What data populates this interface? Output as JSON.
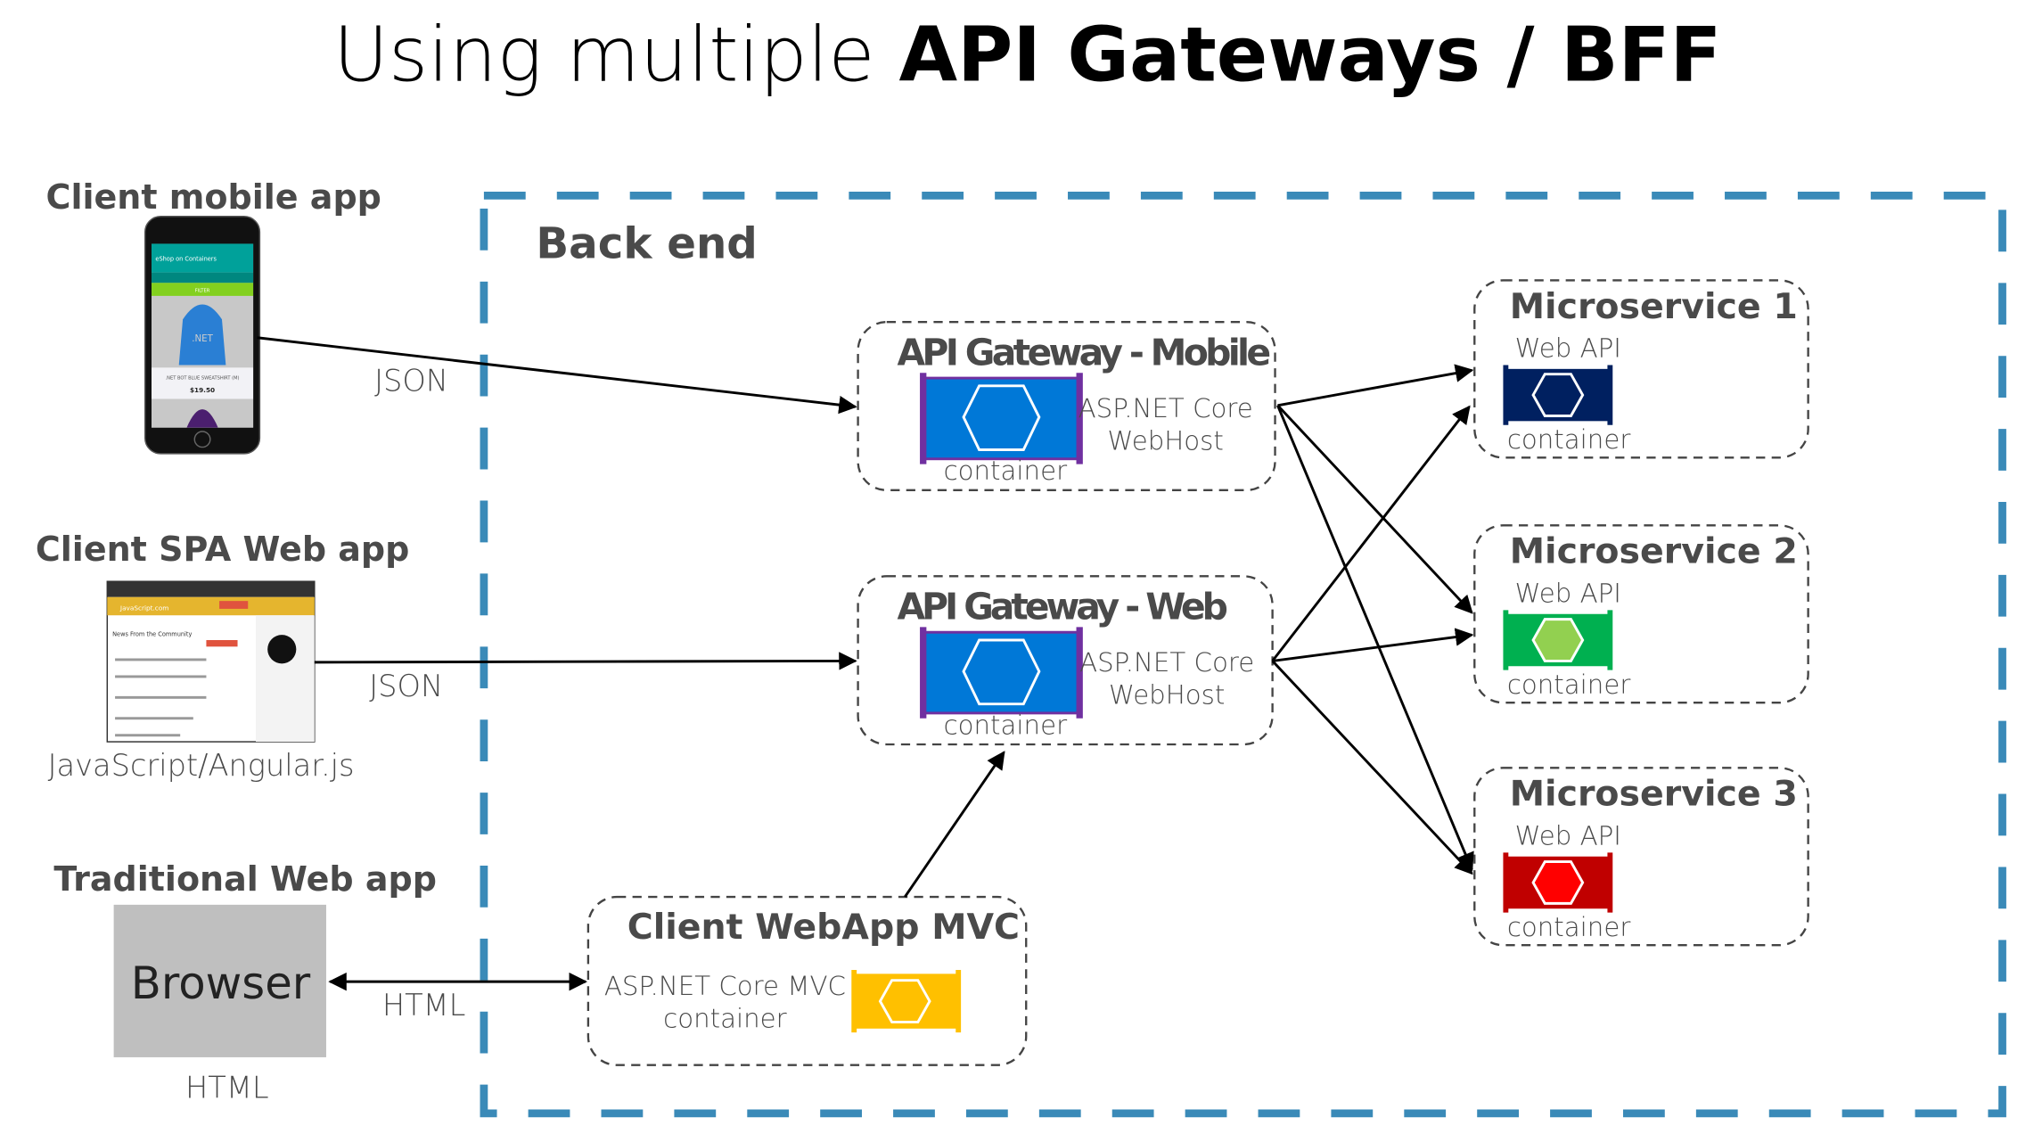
{
  "title": {
    "prefix": "Using multiple ",
    "bold": "API Gateways / BFF"
  },
  "backend": {
    "label": "Back end",
    "border_color": "#3a8ab8"
  },
  "clients": {
    "mobile": {
      "label": "Client mobile app",
      "protocol": "JSON",
      "screen": {
        "app_title": "eShop on Containers",
        "filter": "FILTER",
        "product": ".NET BOT BLUE SWEATSHIRT (M)",
        "price": "$19.50",
        "logo_text": ".NET"
      }
    },
    "spa": {
      "label": "Client SPA Web app",
      "protocol": "JSON",
      "caption": "JavaScript/Angular.js",
      "screen": {
        "site": "JavaScript.com",
        "heading": "News From the Community"
      }
    },
    "traditional": {
      "label": "Traditional Web app",
      "browser": "Browser",
      "caption": "HTML",
      "protocol": "HTML"
    }
  },
  "gateways": [
    {
      "title": "API Gateway - Mobile",
      "tech_line1": "ASP.NET Core",
      "tech_line2": "WebHost",
      "container": "container",
      "color": "#0078d7",
      "bracket_color": "#7030a0"
    },
    {
      "title": "API Gateway - Web",
      "tech_line1": "ASP.NET Core",
      "tech_line2": "WebHost",
      "container": "container",
      "color": "#0078d7",
      "bracket_color": "#7030a0"
    }
  ],
  "mvc": {
    "title": "Client WebApp MVC",
    "tech_line1": "ASP.NET Core MVC",
    "tech_line2": "container",
    "color": "#ffc000"
  },
  "microservices": [
    {
      "title": "Microservice 1",
      "api": "Web API",
      "container": "container",
      "color": "#002060",
      "hex_fill": "#002060"
    },
    {
      "title": "Microservice 2",
      "api": "Web API",
      "container": "container",
      "color": "#00b050",
      "hex_fill": "#92d050"
    },
    {
      "title": "Microservice 3",
      "api": "Web API",
      "container": "container",
      "color": "#c00000",
      "hex_fill": "#ff0000"
    }
  ]
}
